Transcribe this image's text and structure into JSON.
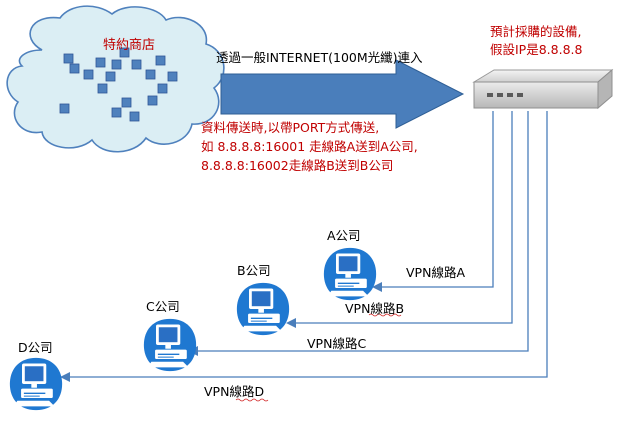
{
  "store": {
    "label": "特約商店"
  },
  "connection": {
    "label": "透過一般INTERNET(100M光纖)連入"
  },
  "device_note": {
    "line1": "預計採購的設備,",
    "line2": "假設IP是8.8.8.8"
  },
  "routing_note": {
    "line1": "資料傳送時,以帶PORT方式傳送,",
    "line2": "如 8.8.8.8:16001 走線路A送到A公司,",
    "line3": "8.8.8.8:16002走線路B送到B公司"
  },
  "companies": [
    {
      "name": "A公司",
      "line": "VPN線路A"
    },
    {
      "name": "B公司",
      "line": "VPN線路B"
    },
    {
      "name": "C公司",
      "line": "VPN線路C"
    },
    {
      "name": "D公司",
      "line": "VPN線路D"
    }
  ],
  "colors": {
    "cloud_fill": "#dbeef4",
    "cloud_stroke": "#4f81bd",
    "square_fill": "#4f81bd",
    "square_stroke": "#2f5597",
    "arrow_fill": "#4a7ebb",
    "note_red": "#c00000",
    "vpn_line": "#4a7ebb",
    "computer_blue": "#1f78d1"
  },
  "icons": {
    "device": "network-router-icon",
    "company": "computer-icon"
  }
}
